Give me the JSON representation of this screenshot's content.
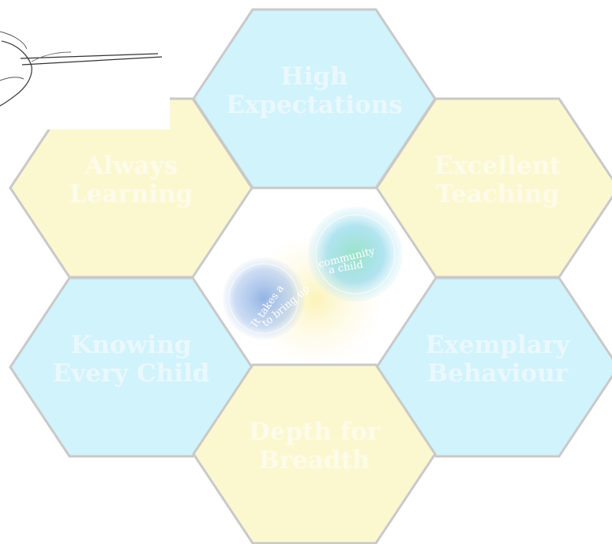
{
  "hexagons": [
    {
      "id": "high-expectations",
      "lines": [
        "High",
        "Expectations"
      ],
      "fill": "#cdf2fb",
      "text_color": "#eaf8fd"
    },
    {
      "id": "always-learning",
      "lines": [
        "Always",
        "Learning"
      ],
      "fill": "#fbf8cd",
      "text_color": "#fdfbe9"
    },
    {
      "id": "excellent-teaching",
      "lines": [
        "Excellent",
        "Teaching"
      ],
      "fill": "#fbf8cd",
      "text_color": "#fdfbe9"
    },
    {
      "id": "knowing-every-child",
      "lines": [
        "Knowing",
        "Every Child"
      ],
      "fill": "#cdf2fb",
      "text_color": "#eaf8fd"
    },
    {
      "id": "exemplary-behaviour",
      "lines": [
        "Exemplary",
        "Behaviour"
      ],
      "fill": "#cdf2fb",
      "text_color": "#eaf8fd"
    },
    {
      "id": "depth-for-breadth",
      "lines": [
        "Depth for",
        "Breadth"
      ],
      "fill": "#fbf8cd",
      "text_color": "#fdfbe9"
    }
  ],
  "logo": {
    "text_upper": "community",
    "text_middle": "a child",
    "text_lower": "It takes a",
    "text_bottom": "to bring up"
  },
  "colors": {
    "border": "#c9c9c9",
    "blue": "#cdf2fb",
    "yellow": "#fbf8cd"
  }
}
